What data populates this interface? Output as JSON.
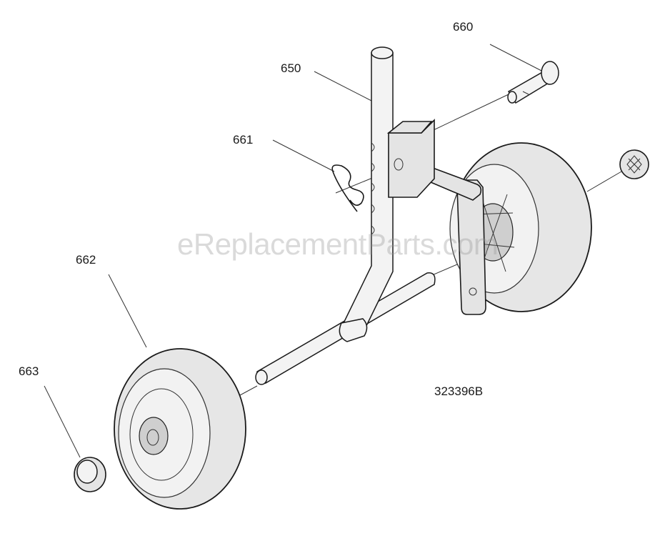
{
  "labels": {
    "p650": "650",
    "p660": "660",
    "p661": "661",
    "p662": "662",
    "p663": "663",
    "drawing_number": "323396B"
  },
  "watermark": "eReplacementParts.com"
}
